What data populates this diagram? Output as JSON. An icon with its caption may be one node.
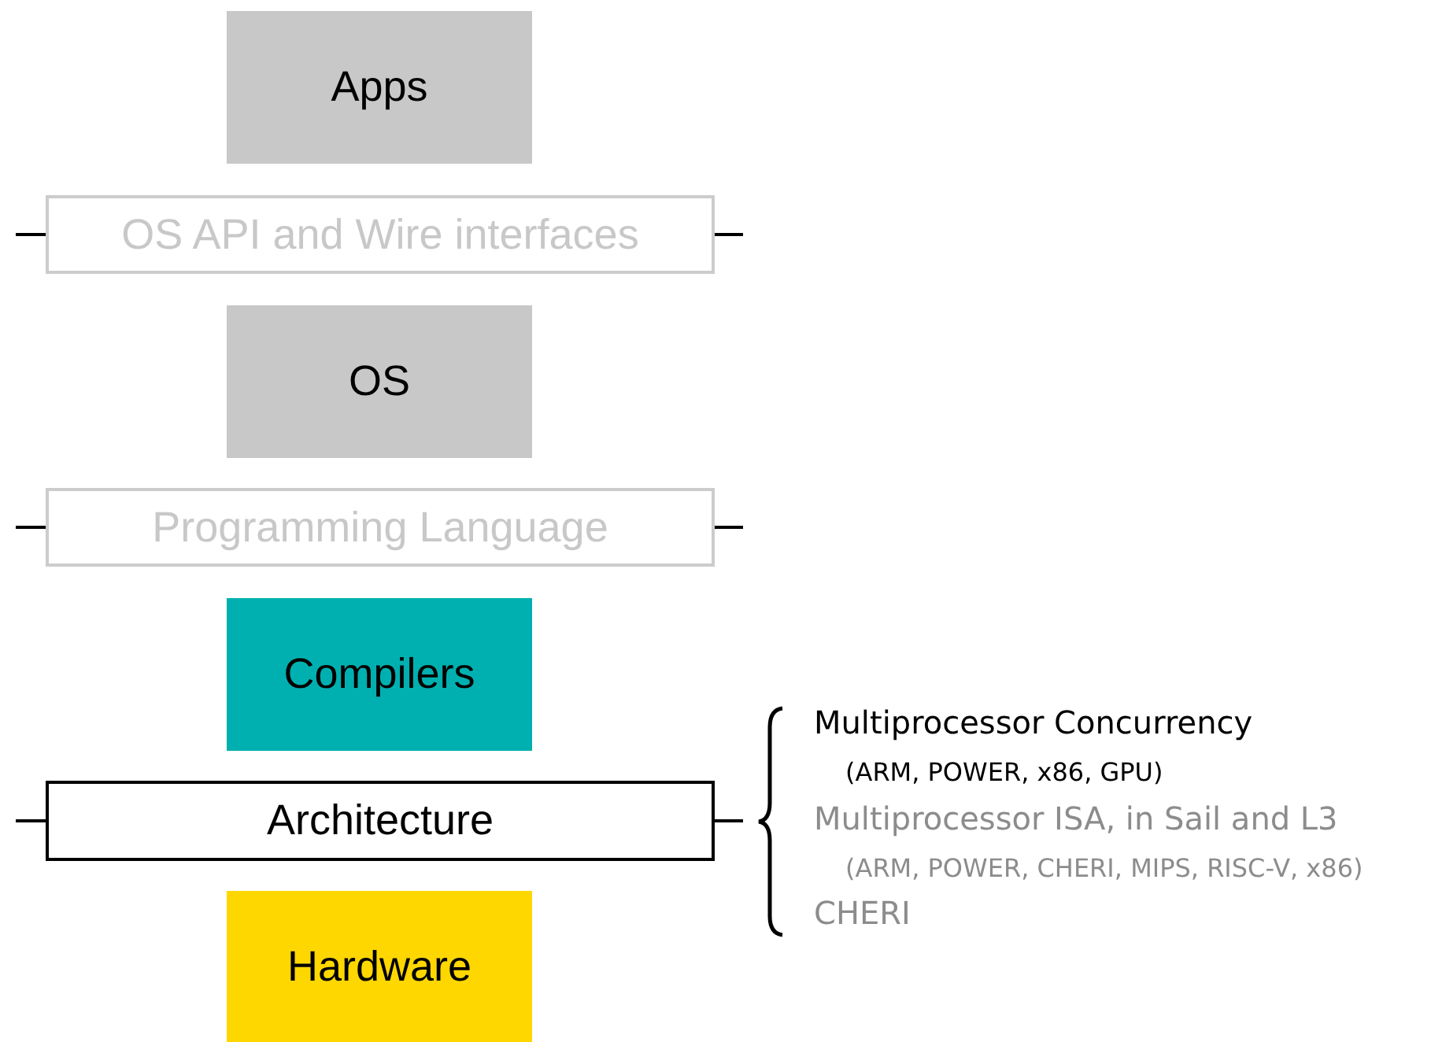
{
  "diagram": {
    "nodes": [
      {
        "text": [
          "Apps"
        ]
      },
      {
        "text": [
          "OS API and Wire interfaces"
        ]
      },
      {
        "text": [
          "OS"
        ]
      },
      {
        "text": [
          "Programming Language"
        ]
      },
      {
        "text": [
          "Compilers"
        ]
      },
      {
        "text": [
          "Architecture"
        ]
      },
      {
        "text": [
          "Hardware"
        ]
      }
    ],
    "labels": [
      "Multiprocessor Concurrency",
      "(ARM, POWER, x86, GPU)",
      "Multiprocessor ISA, in Sail and L3",
      "(ARM, POWER, CHERI, MIPS, RISC-V, x86)",
      "CHERI"
    ]
  }
}
